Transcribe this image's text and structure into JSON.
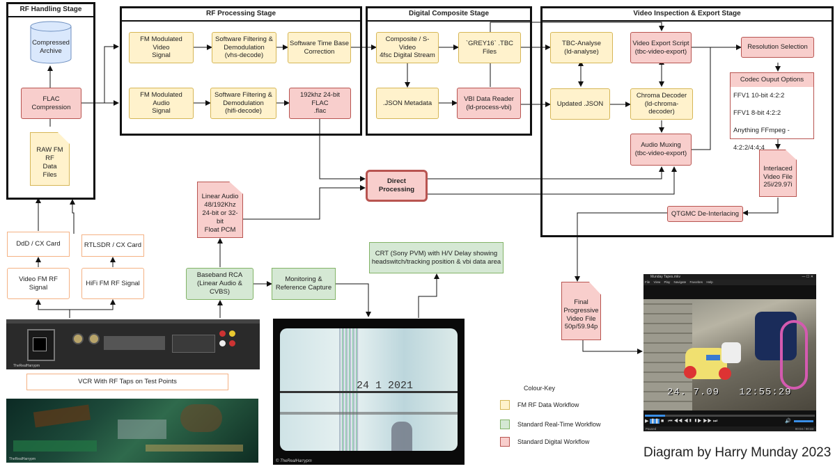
{
  "stages": {
    "rf_handling": "RF Handling Stage",
    "rf_processing": "RF Processing Stage",
    "digital_composite": "Digital Composite Stage",
    "inspection_export": "Video Inspection & Export Stage"
  },
  "nodes": {
    "compressed_archive": "Compressed\nArchive",
    "flac_compression": "FLAC Compression",
    "raw_fm_rf": "RAW FM RF\nData\nFiles",
    "fm_video_signal": "FM Modulated Video\nSignal",
    "fm_audio_signal": "FM Modulated Audio\nSignal",
    "vhs_decode": "Software Filtering &\nDemodulation\n(vhs-decode)",
    "hifi_decode": "Software Filtering &\nDemodulation\n(hifi-decode)",
    "tbc": "Software Time Base\nCorrection",
    "flac_192": "192khz 24-bit FLAC\n.flac",
    "composite_4fsc": "Composite / S-Video\n4fsc Digital Stream",
    "grey16": "`GREY16` .TBC Files",
    "json_metadata": ".JSON Metadata",
    "vbi_reader": "VBI Data Reader\n(ld-process-vbi)",
    "tbc_analyse": "TBC-Analyse\n(ld-analyse)",
    "updated_json": "Updated .JSON",
    "video_export_script": "Video Export Script\n(tbc-video-export)",
    "chroma_decoder": "Chroma Decoder\n(ld-chroma-decoder)",
    "audio_muxing": "Audio Muxing\n(tbc-video-export)",
    "resolution_selection": "Resolution Selection",
    "codec_title": "Codec Ouput Options",
    "codec_options": [
      "FFV1 10-bit 4:2:2",
      "FFV1 8-bit 4:2:2",
      "Anything FFmpeg - 4:2:2/4:4:4"
    ],
    "interlaced_file": "Interlaced\nVideo File\n25i/29.97i",
    "qtgmc": "QTGMC De-Interlacing",
    "final_progressive": "Final\nProgressive\nVideo File\n50p/59.94p",
    "direct_processing": "Direct Processing",
    "linear_audio": "Linear Audio\n48/192Khz\n24-bit or 32-bit\nFloat PCM",
    "ddd_card": "DdD / CX Card",
    "rtlsdr_card": "RTLSDR / CX Card",
    "video_fm_rf": "Video FM RF Signal",
    "hifi_fm_rf": "HiFi FM RF Signal",
    "baseband_rca": "Baseband RCA\n(Linear Audio & CVBS)",
    "monitoring": "Monitoring &\nReference Capture",
    "crt": "CRT (Sony PVM) with H/V Delay showing\nheadswitch/tracking position & vbi data area",
    "vcr_caption": "VCR With RF Taps on Test Points"
  },
  "photos": {
    "vcr_watermark": "TheRealHarrypm",
    "board_watermark": "TheRealHarrypm",
    "crt_date": "24 1 2021",
    "crt_watermark": "© TheRealHarrypm",
    "player_title": "Munday Tapes.mkv",
    "player_menu": [
      "File",
      "View",
      "Play",
      "Navigate",
      "Favorites",
      "Help"
    ],
    "player_osd": "24. 7.09   12:55:29",
    "player_status": "Paused",
    "player_time": "00:04 / 00:33"
  },
  "legend": {
    "title": "Colour-Key",
    "items": [
      {
        "label": "FM RF Data Workflow",
        "color": "#fff2cc",
        "border": "#d6b656"
      },
      {
        "label": "Standard Real-Time Workflow",
        "color": "#d5e8d4",
        "border": "#82b366"
      },
      {
        "label": "Standard Digital Workflow",
        "color": "#f8cecc",
        "border": "#b85450"
      }
    ]
  },
  "credit": "Diagram by Harry Munday 2023",
  "colors": {
    "fm_rf": "#fff2cc",
    "real_time": "#d5e8d4",
    "digital": "#f8cecc",
    "blue_archive": "#dae8fc",
    "hardware_border": "#f4b183"
  }
}
